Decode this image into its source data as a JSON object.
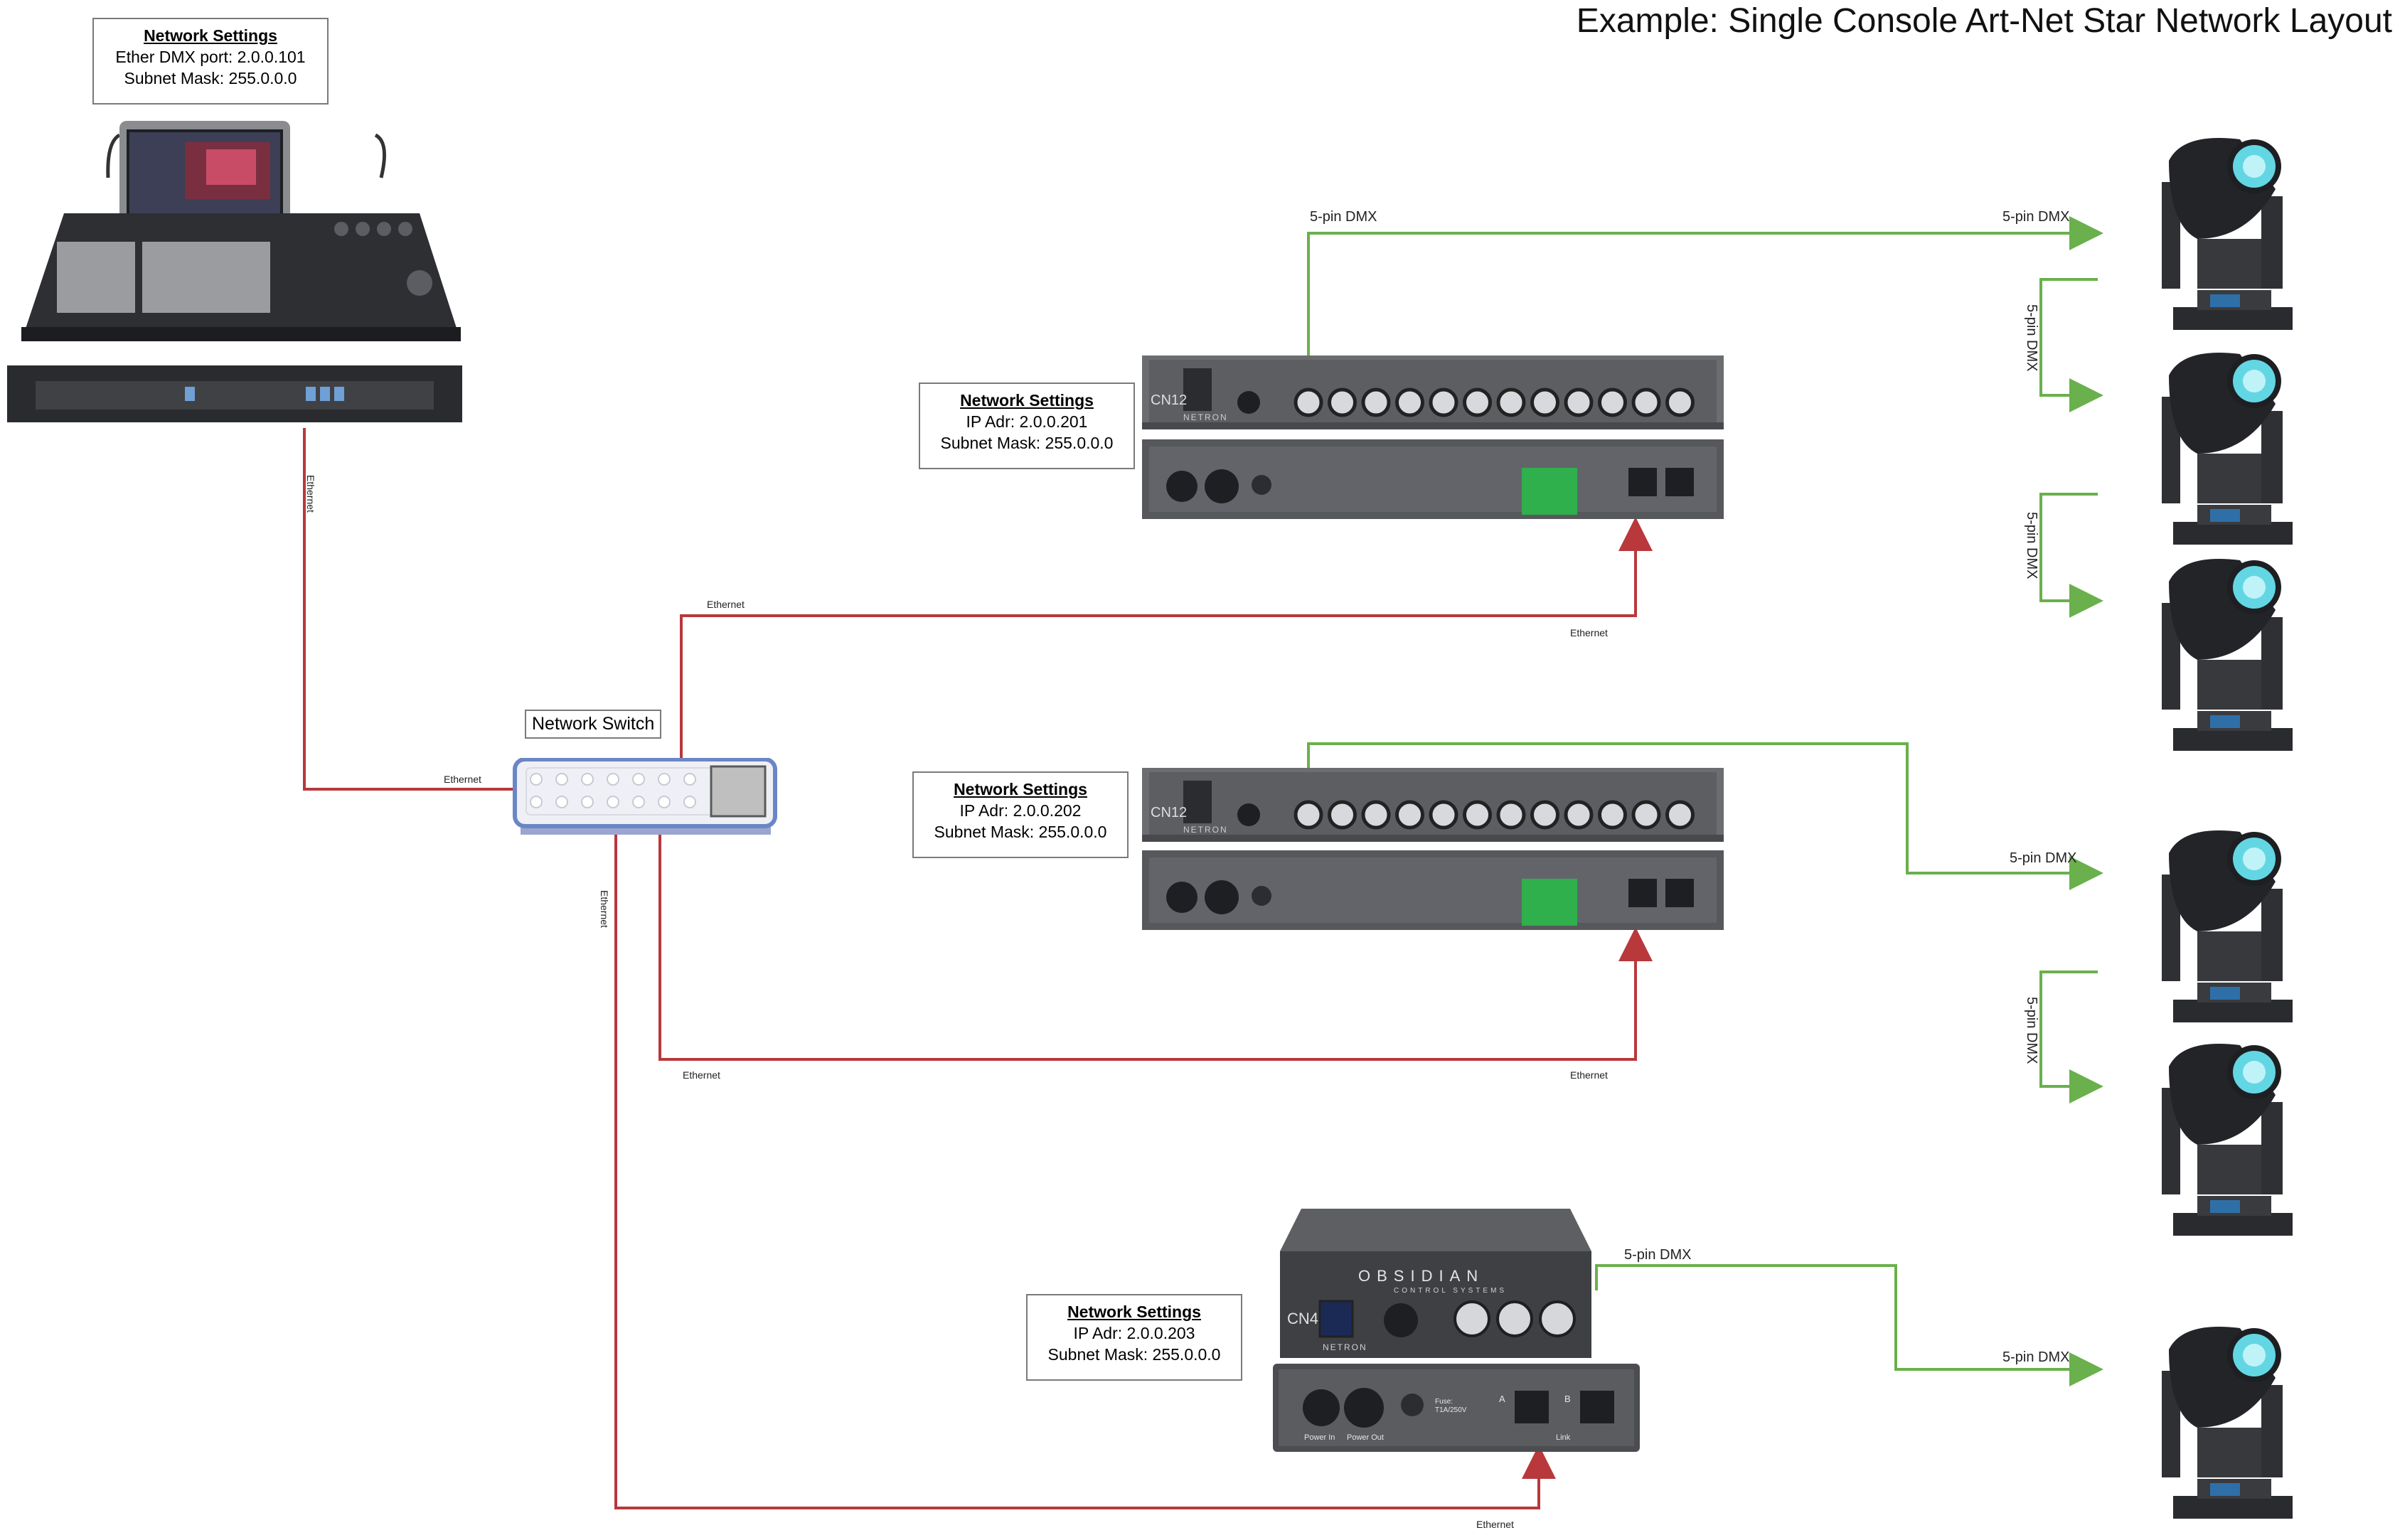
{
  "title": "Example: Single Console Art-Net Star Network Layout",
  "console_settings": {
    "heading": "Network Settings",
    "line1": "Ether DMX port: 2.0.0.101",
    "line2": "Subnet Mask: 255.0.0.0"
  },
  "node1_settings": {
    "heading": "Network Settings",
    "line1": "IP Adr: 2.0.0.201",
    "line2": "Subnet Mask: 255.0.0.0"
  },
  "node2_settings": {
    "heading": "Network Settings",
    "line1": "IP Adr: 2.0.0.202",
    "line2": "Subnet Mask: 255.0.0.0"
  },
  "node3_settings": {
    "heading": "Network Settings",
    "line1": "IP Adr: 2.0.0.203",
    "line2": "Subnet Mask: 255.0.0.0"
  },
  "switch_label": "Network Switch",
  "ethernet_label": "Ethernet",
  "dmx_label": "5-pin DMX",
  "node_front_model_12": "CN12",
  "node_front_model_4": "CN4",
  "node_brand": "NETRON",
  "node_maker": "OBSIDIAN",
  "node_maker_sub": "CONTROL SYSTEMS",
  "power_in": "Power In",
  "power_out": "Power Out",
  "fuse_text": "Fuse: T1A/250V",
  "port_a": "A",
  "port_b": "B",
  "link_label": "Link",
  "colors": {
    "ethernet": "#b8383b",
    "dmx": "#6ab04c",
    "switch_border": "#6b86c6",
    "device": "#4a4b4e"
  }
}
